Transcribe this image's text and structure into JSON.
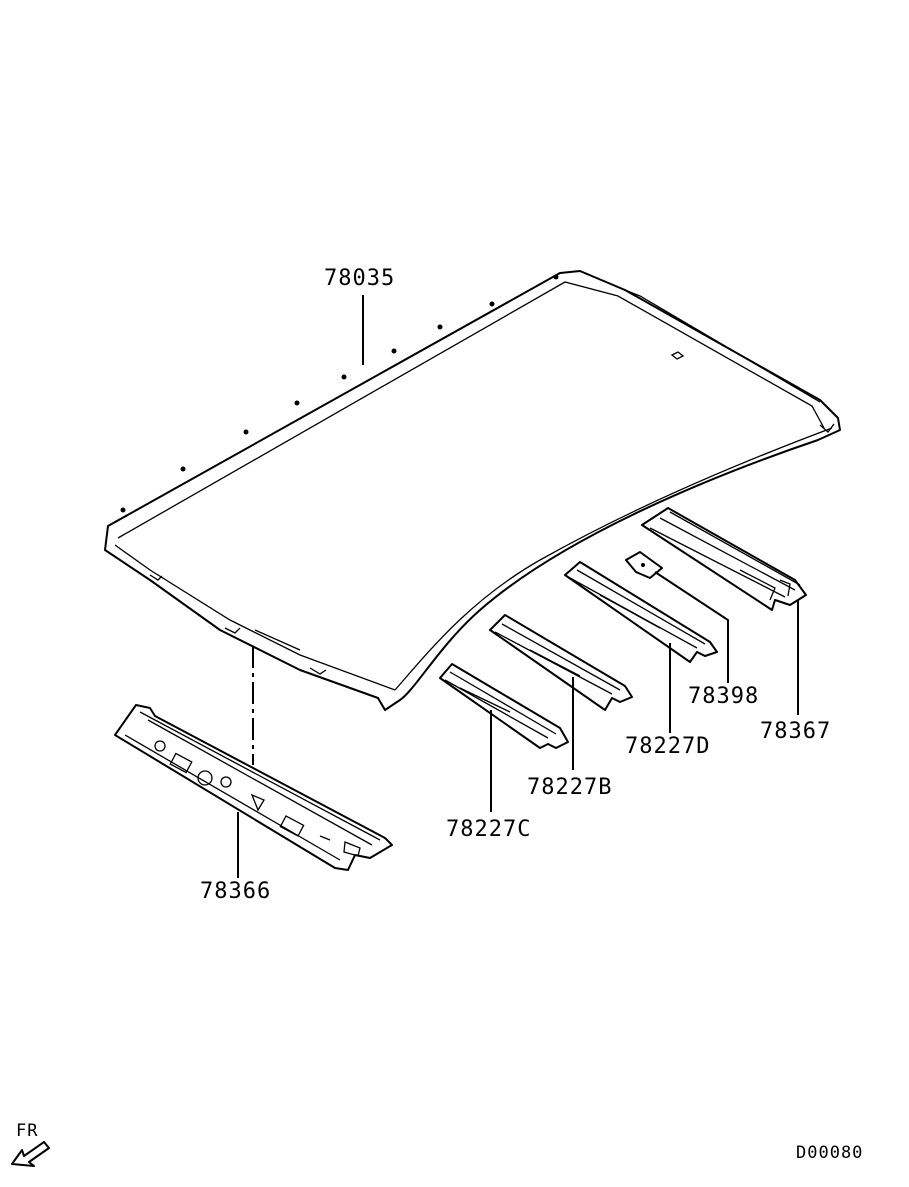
{
  "parts": [
    {
      "id": "roof_panel",
      "number": "78035"
    },
    {
      "id": "front_header",
      "number": "78366"
    },
    {
      "id": "bow_c",
      "number": "78227C"
    },
    {
      "id": "bow_b",
      "number": "78227B"
    },
    {
      "id": "bow_d",
      "number": "78227D"
    },
    {
      "id": "pad",
      "number": "78398"
    },
    {
      "id": "rear_header",
      "number": "78367"
    }
  ],
  "direction": {
    "label": "FR"
  },
  "diagram_code": "D00080",
  "colors": {
    "line": "#000000",
    "background": "#ffffff"
  }
}
